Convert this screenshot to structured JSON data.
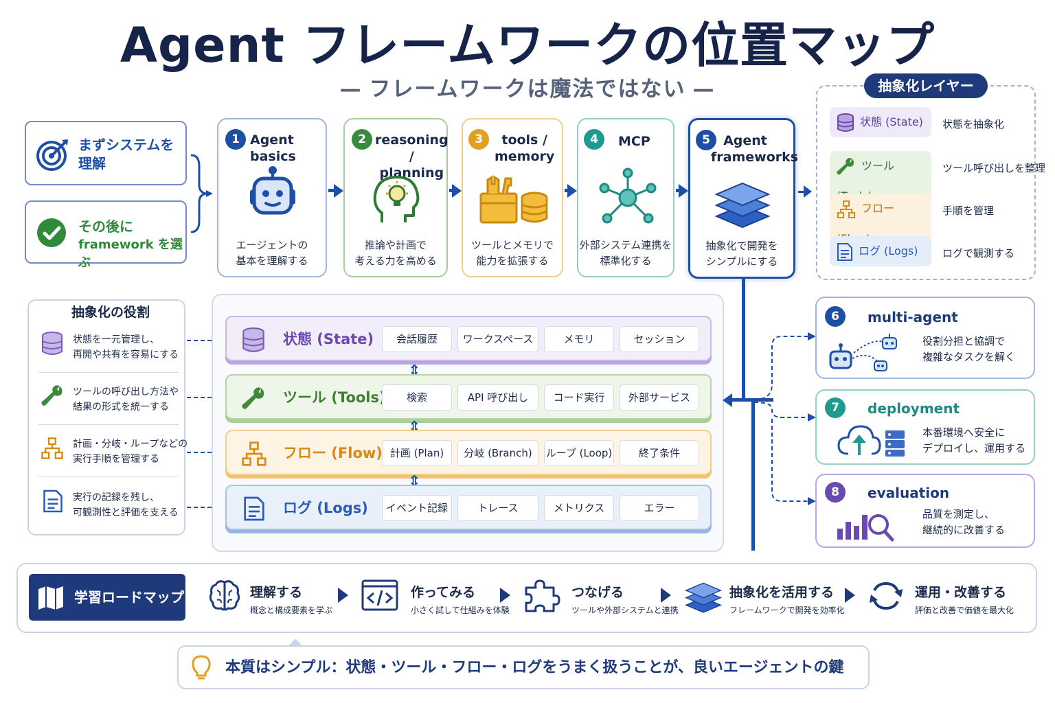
{
  "title": "Agent フレームワークの位置マップ",
  "subtitle": "フレームワークは魔法ではない",
  "intro": {
    "first": "まずシステムを\n理解",
    "then_line1": "その後に",
    "then_line2": "framework を選ぶ"
  },
  "steps": [
    {
      "num": "1",
      "title": "Agent basics",
      "desc1": "エージェントの",
      "desc2": "基本を理解する",
      "color": "#1e4fa6"
    },
    {
      "num": "2",
      "title": "reasoning /\nplanning",
      "desc1": "推論や計画で",
      "desc2": "考える力を高める",
      "color": "#3a8a3e"
    },
    {
      "num": "3",
      "title": "tools /\nmemory",
      "desc1": "ツールとメモリで",
      "desc2": "能力を拡張する",
      "color": "#e0a020"
    },
    {
      "num": "4",
      "title": "MCP",
      "desc1": "外部システム連携を",
      "desc2": "標準化する",
      "color": "#1f9a8e"
    },
    {
      "num": "5",
      "title": "Agent\nframeworks",
      "desc1": "抽象化で開発を",
      "desc2": "シンプルにする",
      "color": "#1e4fa6"
    }
  ],
  "abstraction_layer": {
    "header": "抽象化レイヤー",
    "items": [
      {
        "label": "状態 (State)",
        "desc": "状態を抽象化",
        "color": "#8b6fc8",
        "bg": "#efeaf8"
      },
      {
        "label": "ツール (Tools)",
        "desc": "ツール呼び出しを整理",
        "color": "#3f8a3a",
        "bg": "#e8f3e3"
      },
      {
        "label": "フロー (Flow)",
        "desc": "手順を管理",
        "color": "#d98c1a",
        "bg": "#fcf1de"
      },
      {
        "label": "ログ (Logs)",
        "desc": "ログで観測する",
        "color": "#2b5bb8",
        "bg": "#e5edf9"
      }
    ]
  },
  "roles": {
    "header": "抽象化の役割",
    "items": [
      {
        "line1": "状態を一元管理し、",
        "line2": "再開や共有を容易にする"
      },
      {
        "line1": "ツールの呼び出し方法や",
        "line2": "結果の形式を統一する"
      },
      {
        "line1": "計画・分岐・ループなどの",
        "line2": "実行手順を管理する"
      },
      {
        "line1": "実行の記録を残し、",
        "line2": "可観測性と評価を支える"
      }
    ]
  },
  "layers": [
    {
      "name": "状態 (State)",
      "chips": [
        "会話履歴",
        "ワークスペース",
        "メモリ",
        "セッション"
      ],
      "color": "#7a5cb8",
      "bg": "#f1edf9",
      "border": "#c9b8e8"
    },
    {
      "name": "ツール (Tools)",
      "chips": [
        "検索",
        "API 呼び出し",
        "コード実行",
        "外部サービス"
      ],
      "color": "#3f7f32",
      "bg": "#eef6e9",
      "border": "#b5d6a4"
    },
    {
      "name": "フロー (Flow)",
      "chips": [
        "計画 (Plan)",
        "分岐 (Branch)",
        "ループ (Loop)",
        "終了条件"
      ],
      "color": "#d9891a",
      "bg": "#fdf4e3",
      "border": "#f0cf8c"
    },
    {
      "name": "ログ (Logs)",
      "chips": [
        "イベント記録",
        "トレース",
        "メトリクス",
        "エラー"
      ],
      "color": "#2b5bb8",
      "bg": "#eaf0fa",
      "border": "#a9c0e6"
    }
  ],
  "right_cards": [
    {
      "num": "6",
      "title": "multi-agent",
      "desc1": "役割分担と協調で",
      "desc2": "複雑なタスクを解く",
      "color": "#1e4fa6"
    },
    {
      "num": "7",
      "title": "deployment",
      "desc1": "本番環境へ安全に",
      "desc2": "デプロイし、運用する",
      "color": "#1f9a8e"
    },
    {
      "num": "8",
      "title": "evaluation",
      "desc1": "品質を測定し、",
      "desc2": "継続的に改善する",
      "color": "#6a4ab0"
    }
  ],
  "roadmap": {
    "label": "学習ロードマップ",
    "items": [
      {
        "title": "理解する",
        "desc": "概念と構成要素を学ぶ"
      },
      {
        "title": "作ってみる",
        "desc": "小さく試して仕組みを体験"
      },
      {
        "title": "つなげる",
        "desc": "ツールや外部システムと連携"
      },
      {
        "title": "抽象化を活用する",
        "desc": "フレームワークで開発を効率化"
      },
      {
        "title": "運用・改善する",
        "desc": "評価と改善で価値を最大化"
      }
    ]
  },
  "footer": "本質はシンプル：状態・ツール・フロー・ログをうまく扱うことが、良いエージェントの鍵"
}
